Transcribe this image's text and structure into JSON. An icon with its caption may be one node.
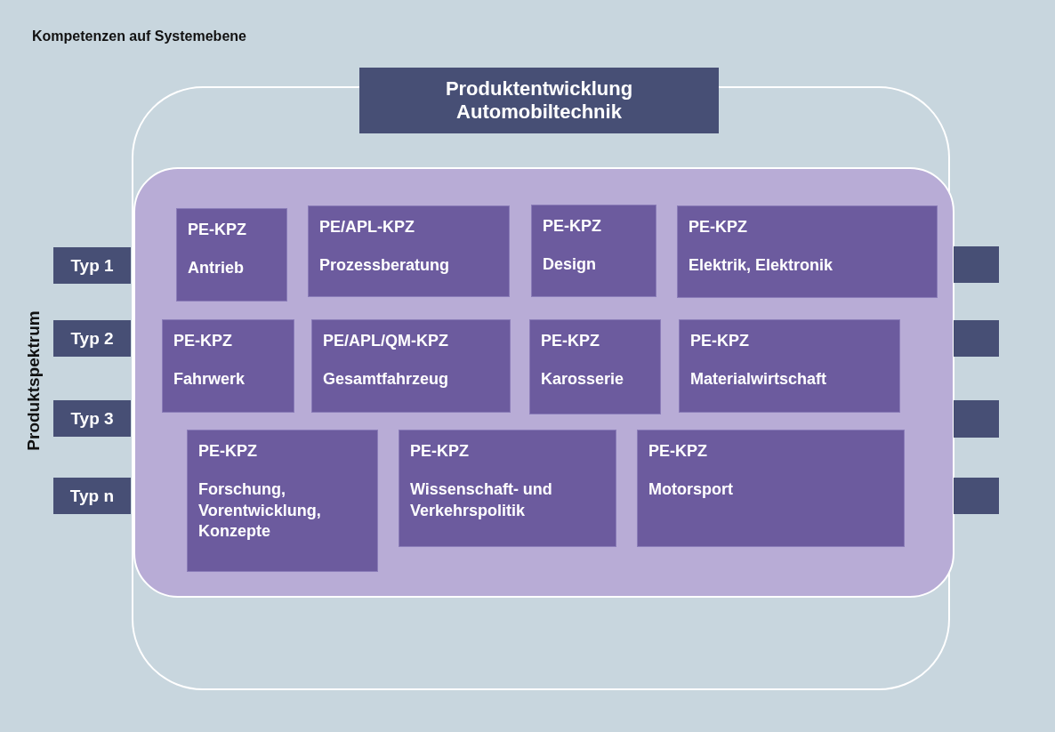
{
  "diagram": {
    "title": "Kompetenzen auf Systemebene",
    "nodes": [
      {
        "text": [
          "Produktentwicklung Automobiltechnik"
        ]
      },
      {
        "text": [],
        "shape": "box",
        "in": 0
      },
      {
        "text": [
          "PE-KPZ",
          "Antrieb"
        ],
        "in": 1
      },
      {
        "text": [
          "PE/APL-KPZ",
          "Prozessberatung"
        ],
        "in": 1
      },
      {
        "text": [
          "PE-KPZ",
          "Design"
        ],
        "in": 1
      },
      {
        "text": [
          "PE-KPZ",
          "Elektrik, Elektronik"
        ],
        "in": 1
      },
      {
        "text": [
          "PE-KPZ",
          "Fahrwerk"
        ],
        "in": 1
      },
      {
        "text": [
          "PE/APL/QM-KPZ",
          "Gesamtfahrzeug"
        ],
        "in": 1
      },
      {
        "text": [
          "PE-KPZ",
          "Karosserie"
        ],
        "in": 1
      },
      {
        "text": [
          "PE-KPZ",
          "Materialwirtschaft"
        ],
        "in": 1
      },
      {
        "text": [
          "PE-KPZ",
          "Forschung, Vorentwicklung, Konzepte"
        ],
        "in": 1
      },
      {
        "text": [
          "PE-KPZ",
          "Wissenschaft- und Verkehrspolitik"
        ],
        "in": 1
      },
      {
        "text": [
          "PE-KPZ",
          "Motorsport"
        ],
        "in": 1
      },
      {
        "text": [
          "Typ 1"
        ]
      },
      {
        "text": [
          "Typ 2"
        ]
      },
      {
        "text": [
          "Typ 3"
        ]
      },
      {
        "text": [
          "Typ n"
        ]
      },
      {
        "text": [],
        "shape": "bar"
      },
      {
        "text": [],
        "shape": "bar"
      },
      {
        "text": [],
        "shape": "bar"
      },
      {
        "text": [],
        "shape": "bar"
      }
    ],
    "edges": [],
    "labels": [
      "Produktspektrum"
    ]
  }
}
